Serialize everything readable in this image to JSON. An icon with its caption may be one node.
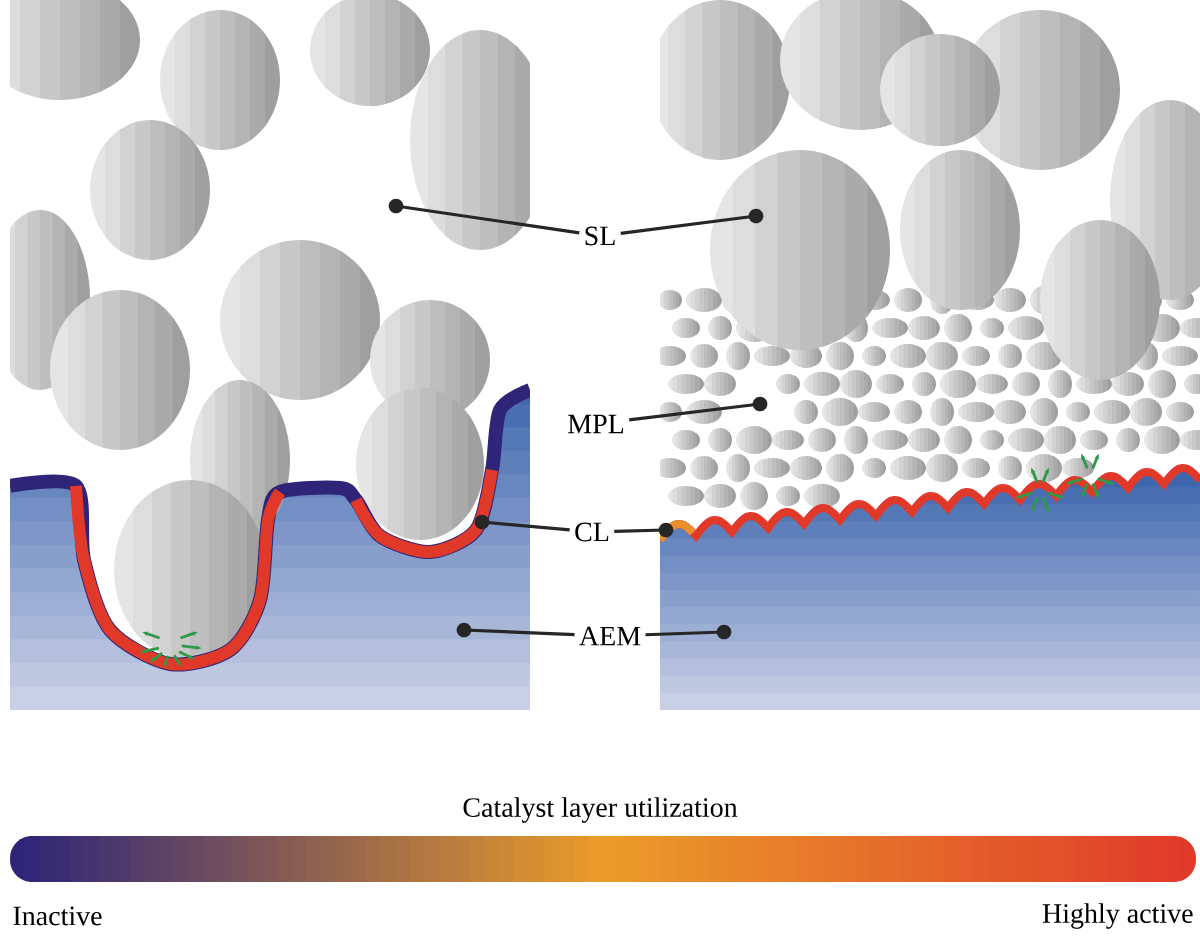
{
  "diagram": {
    "nodes": [
      {
        "text": [
          "SL"
        ]
      },
      {
        "text": [
          "MPL"
        ]
      },
      {
        "text": [
          "CL"
        ]
      },
      {
        "text": [
          "AEM"
        ]
      }
    ],
    "edges": [
      {
        "from": 0,
        "to": null,
        "arrow": "other"
      },
      {
        "from": 0,
        "to": null,
        "arrow": "other"
      },
      {
        "from": 1,
        "to": null,
        "arrow": "other"
      },
      {
        "from": 2,
        "to": null,
        "arrow": "other"
      },
      {
        "from": 2,
        "to": null,
        "arrow": "other"
      },
      {
        "from": 3,
        "to": null,
        "arrow": "other"
      },
      {
        "from": 3,
        "to": null,
        "arrow": "other"
      }
    ],
    "labels": [
      "Catalyst layer utilization",
      "Inactive",
      "Highly active"
    ]
  }
}
